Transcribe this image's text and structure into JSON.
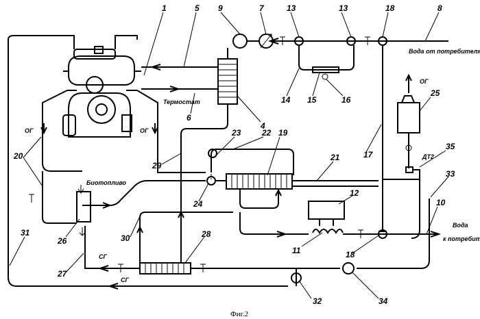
{
  "callouts": [
    "1",
    "5",
    "9",
    "7",
    "13",
    "13",
    "18",
    "8",
    "14",
    "15",
    "16",
    "25",
    "4",
    "6",
    "23",
    "22",
    "19",
    "21",
    "17",
    "35",
    "33",
    "20",
    "26",
    "24",
    "12",
    "10",
    "27",
    "28",
    "11",
    "18",
    "30",
    "29",
    "31",
    "32",
    "34"
  ],
  "text_labels": {
    "water_from_consumer": "Вода от потребителя",
    "thermostat": "Термостат",
    "exhaust_top": "ОГ",
    "exhaust_left": "ОГ",
    "exhaust_right": "ОГ",
    "biofuel": "Биотопливо",
    "exhaust_27": "СГ",
    "exhaust_bottom": "СГ",
    "water_to_consumer_1": "Вода",
    "water_to_consumer_2": "к потребителя",
    "dtg": "ДТ2"
  },
  "caption": "Фиг.2"
}
